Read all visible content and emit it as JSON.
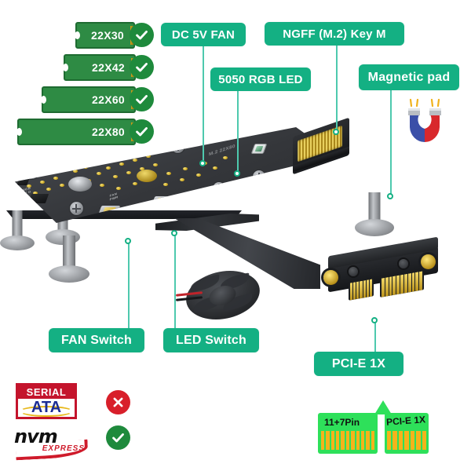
{
  "theme": {
    "pill_green": "#14b083",
    "leader_green": "#4ec9ae",
    "ok_green": "#1e8a3c",
    "no_red": "#d81f2a",
    "ssd_green": "#2e8b44",
    "ssd_border": "#1e6b31",
    "gold": "#c9a31b",
    "pcb_dark": "#3b3d41",
    "diagram_green": "#2ee05a",
    "diagram_gold": "#f5b31b",
    "sata_red": "#c4142c",
    "sata_blue": "#1b2d94",
    "nvme_red": "#cf1b2b",
    "background": "#ffffff"
  },
  "ssd_sizes": [
    {
      "label": "22X30",
      "status": "supported",
      "status_icon": "check-circle-icon"
    },
    {
      "label": "22X42",
      "status": "supported",
      "status_icon": "check-circle-icon"
    },
    {
      "label": "22X60",
      "status": "supported",
      "status_icon": "check-circle-icon"
    },
    {
      "label": "22X80",
      "status": "supported",
      "status_icon": "check-circle-icon"
    }
  ],
  "callouts": {
    "dc_fan": "DC 5V  FAN",
    "rgb_led": "5050  RGB  LED",
    "ngff_key_m": "NGFF  (M.2)  Key  M",
    "magnetic_pad": "Magnetic pad",
    "fan_switch": "FAN  Switch",
    "led_switch": "LED  Switch",
    "pcie_1x": "PCI-E  1X"
  },
  "icons": {
    "magnet": "horseshoe-magnet-icon",
    "check": "check-circle-icon",
    "cross": "cross-circle-icon"
  },
  "compatibility": [
    {
      "logo": "serial-ata-logo",
      "logo_top_text": "SERIAL",
      "logo_bottom_text": "ATA",
      "status": "not-supported",
      "status_icon": "cross-circle-icon"
    },
    {
      "logo": "nvm-express-logo",
      "logo_main_text": "nvm",
      "logo_sub_text": "EXPRESS",
      "status": "supported",
      "status_icon": "check-circle-icon"
    }
  ],
  "pin_diagram": {
    "left_label": "11+7Pin",
    "right_label": "PCI-E 1X",
    "left_pin_count": 11,
    "right_pin_count": 7
  },
  "board_silkscreen": [
    "FAN SWITCH",
    "LED SWITCH",
    "PCI-E  X1",
    "FCC",
    "CE",
    "M.2  22X80"
  ]
}
